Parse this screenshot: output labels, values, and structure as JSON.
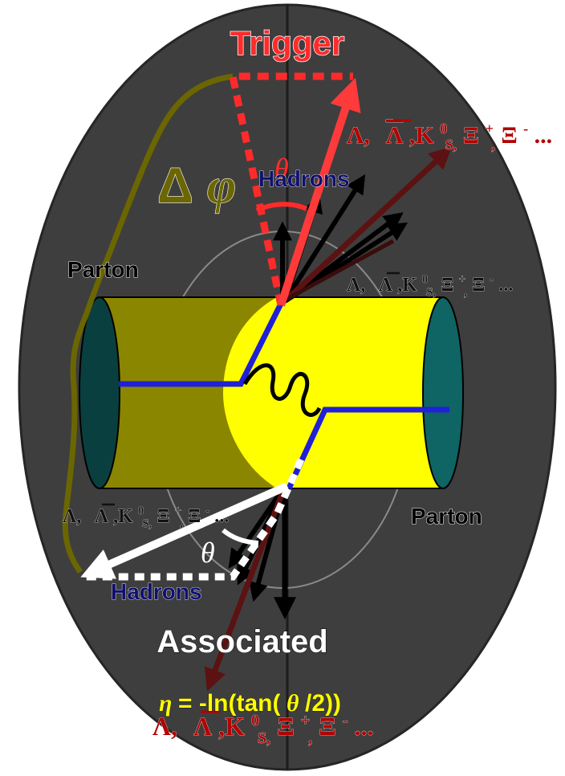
{
  "labels": {
    "trigger": "Trigger",
    "associated": "Associated",
    "parton_left": "Parton",
    "parton_right": "Parton",
    "hadrons_top": "Hadrons",
    "hadrons_bottom": "Hadrons",
    "theta_top": "θ",
    "theta_bottom": "θ",
    "delta": "Δ",
    "phi": "φ"
  },
  "particle_lists": {
    "top_right": {
      "lambda": "Λ,",
      "antilambda": "Λ",
      "kaon": ",K",
      "kaon_sup": "0",
      "kaon_sub": "S,",
      "xi_plus": "Ξ",
      "xi_plus_sup": "+",
      "comma": ",",
      "xi_minus": "Ξ",
      "xi_minus_sup": "-",
      "ellipsis": "..."
    },
    "middle_right": {
      "lambda": "Λ,",
      "antilambda": "Λ",
      "kaon": ",K",
      "kaon_sup": "0",
      "kaon_sub": "S,",
      "xi_plus": "Ξ",
      "xi_plus_sup": "+",
      "comma": ",",
      "xi_minus": "Ξ",
      "xi_minus_sup": "-",
      "ellipsis": "..."
    },
    "middle_left": {
      "lambda": "Λ,",
      "antilambda": "Λ",
      "kaon": ",K",
      "kaon_sup": "0",
      "kaon_sub": "S,",
      "xi_plus": "Ξ",
      "xi_plus_sup": "+",
      "comma": ",",
      "xi_minus": "Ξ",
      "xi_minus_sup": "-",
      "ellipsis": "..."
    },
    "bottom": {
      "lambda": "Λ,",
      "antilambda": "Λ",
      "kaon": ",K",
      "kaon_sup": "0",
      "kaon_sub": "S,",
      "xi_plus": "Ξ",
      "xi_plus_sup": "+",
      "comma": ",",
      "xi_minus": "Ξ",
      "xi_minus_sup": "-",
      "ellipsis": "..."
    }
  },
  "formula": {
    "eta": "η",
    "rest": " = -ln(tan(",
    "theta": "θ",
    "tail": "/2))"
  },
  "colors": {
    "background_ellipse": "#3c3c3c",
    "trigger_red": "#ff2b2b",
    "particle_red": "#b30000",
    "olive": "#6b6600",
    "yellow": "#ffff00",
    "cylinder_olive": "#8a8500",
    "teal": "#0b5e5e",
    "blue": "#1a1adf",
    "white": "#ffffff",
    "hadron_blue": "#10106e",
    "dark_red_arrow": "#5a1010",
    "formula_yellow": "#ffff00"
  }
}
